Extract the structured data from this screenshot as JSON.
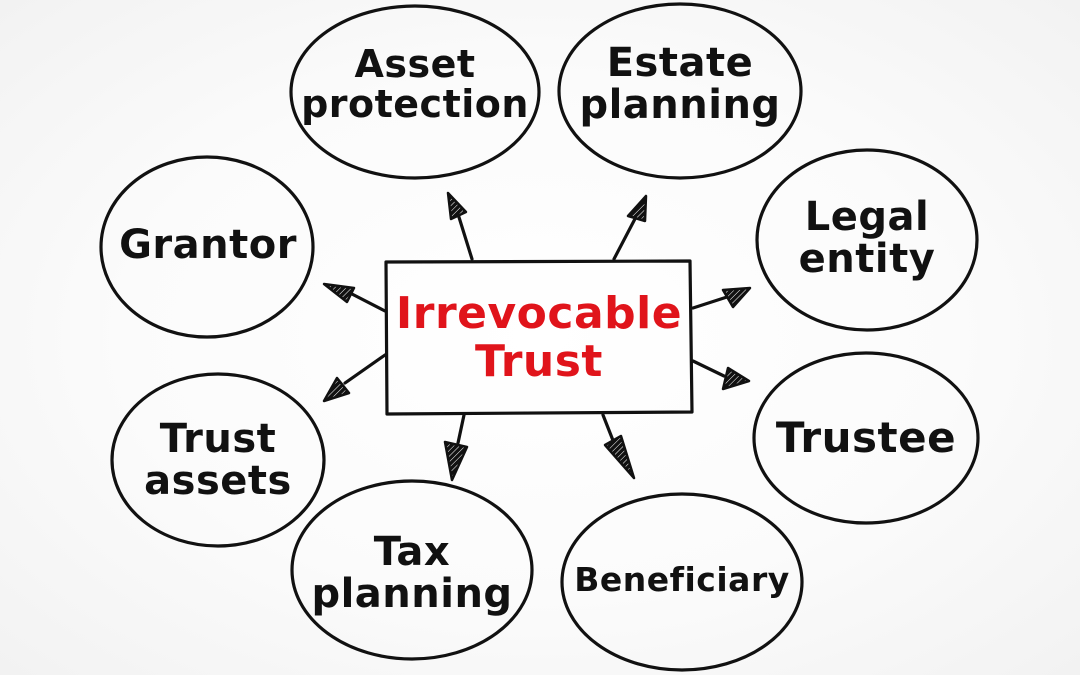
{
  "diagram": {
    "type": "mind-map",
    "style": "hand-drawn",
    "colors": {
      "background": "#f7f7f7",
      "stroke": "#111111",
      "center_text": "#e0141b",
      "node_text": "#111111"
    },
    "center": {
      "label": "Irrevocable\nTrust"
    },
    "nodes": [
      {
        "id": "asset-protection",
        "label": "Asset\nprotection"
      },
      {
        "id": "estate-planning",
        "label": "Estate\nplanning"
      },
      {
        "id": "grantor",
        "label": "Grantor"
      },
      {
        "id": "legal-entity",
        "label": "Legal\nentity"
      },
      {
        "id": "trust-assets",
        "label": "Trust\nassets"
      },
      {
        "id": "trustee",
        "label": "Trustee"
      },
      {
        "id": "tax-planning",
        "label": "Tax\nplanning"
      },
      {
        "id": "beneficiary",
        "label": "Beneficiary"
      }
    ]
  }
}
